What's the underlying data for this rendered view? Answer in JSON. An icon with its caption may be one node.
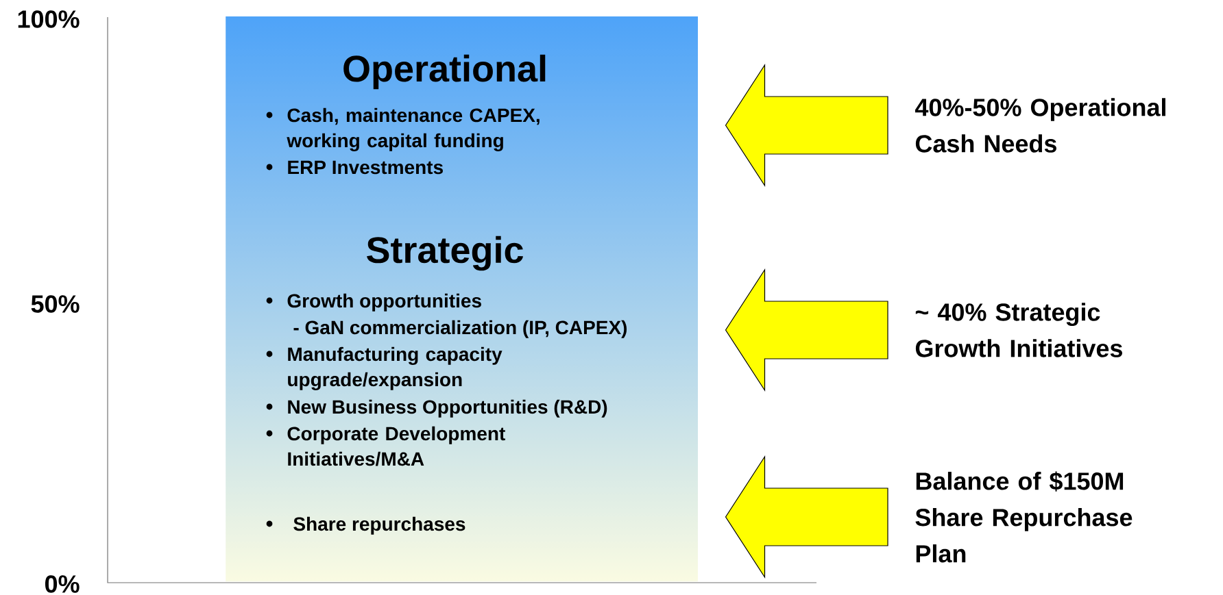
{
  "diagram": {
    "nodes": [
      {
        "text": [
          "Operational",
          "Cash, maintenance CAPEX, working capital funding",
          "ERP Investments",
          "Strategic",
          "Growth opportunities",
          "- GaN commercialization (IP, CAPEX)",
          "Manufacturing capacity upgrade/expansion",
          "New Business Opportunities (R&D)",
          "Corporate Development Initiatives/M&A",
          "Share repurchases"
        ]
      },
      {
        "text": [
          "40%-50% Operational Cash Needs"
        ]
      },
      {
        "text": [
          "~ 40% Strategic Growth Initiatives"
        ]
      },
      {
        "text": [
          "Balance of $150M Share Repurchase Plan"
        ]
      }
    ],
    "edges": [
      {
        "from": 1,
        "to": 0,
        "arrow": "to"
      },
      {
        "from": 2,
        "to": 0,
        "arrow": "to"
      },
      {
        "from": 3,
        "to": 0,
        "arrow": "to"
      }
    ],
    "labels": [
      "100%",
      "50%",
      "0%"
    ]
  }
}
